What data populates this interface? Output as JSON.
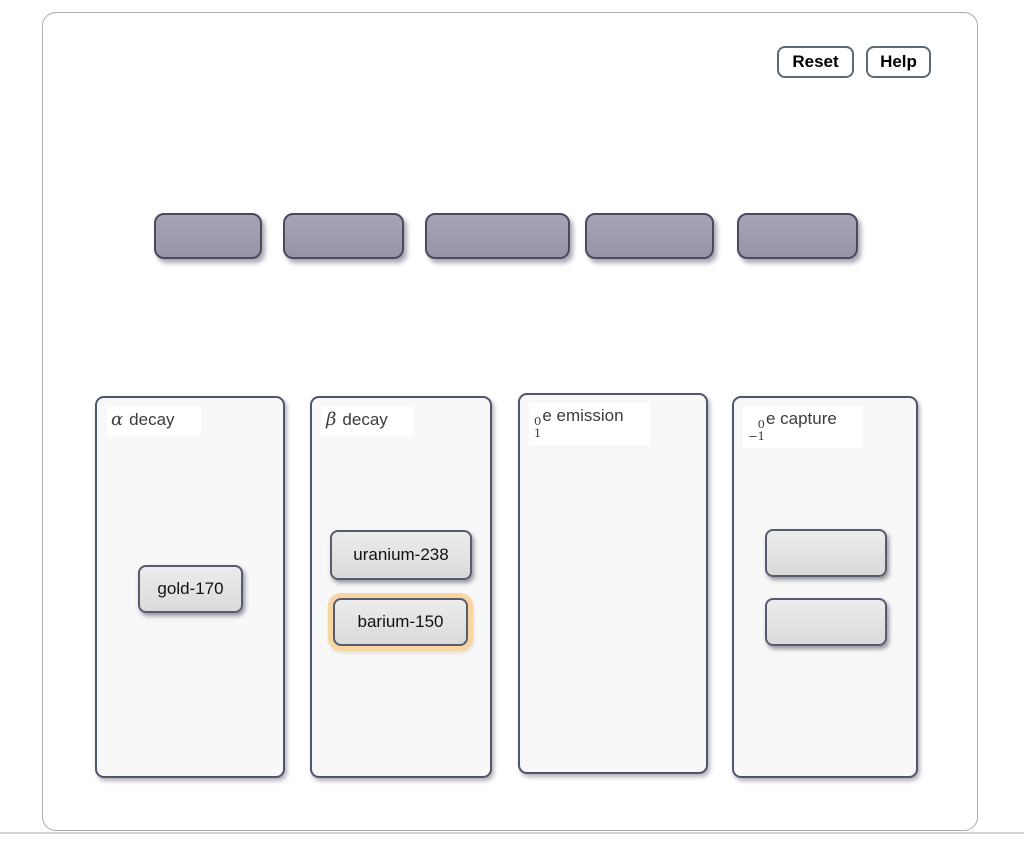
{
  "toolbar": {
    "reset_label": "Reset",
    "help_label": "Help"
  },
  "tile_row": {
    "count": 5
  },
  "bins": [
    {
      "name": "alpha-decay",
      "greek": "α",
      "label_rest": "decay",
      "chips": [
        {
          "label": "gold-170",
          "highlighted": false
        }
      ]
    },
    {
      "name": "beta-decay",
      "greek": "β",
      "label_rest": "decay",
      "chips": [
        {
          "label": "uranium-238",
          "highlighted": false
        },
        {
          "label": "barium-150",
          "highlighted": true
        }
      ]
    },
    {
      "name": "positron-emission",
      "nuclide_sup": "0",
      "nuclide_sub": "1",
      "label_rest": "e emission",
      "chips": []
    },
    {
      "name": "electron-capture",
      "nuclide_sup": "0",
      "nuclide_sub": "−1",
      "label_rest": "e capture",
      "chips": []
    }
  ],
  "colors": {
    "tile_fill": "#9b9aab",
    "tile_border": "#4a495e",
    "bin_fill": "#f8f8f8",
    "bin_border": "#4f556b",
    "chip_fill": "#e2e2e2",
    "chip_border": "#565b6f",
    "highlight_ring": "#f8d6a2",
    "button_border": "#5c6b73"
  }
}
